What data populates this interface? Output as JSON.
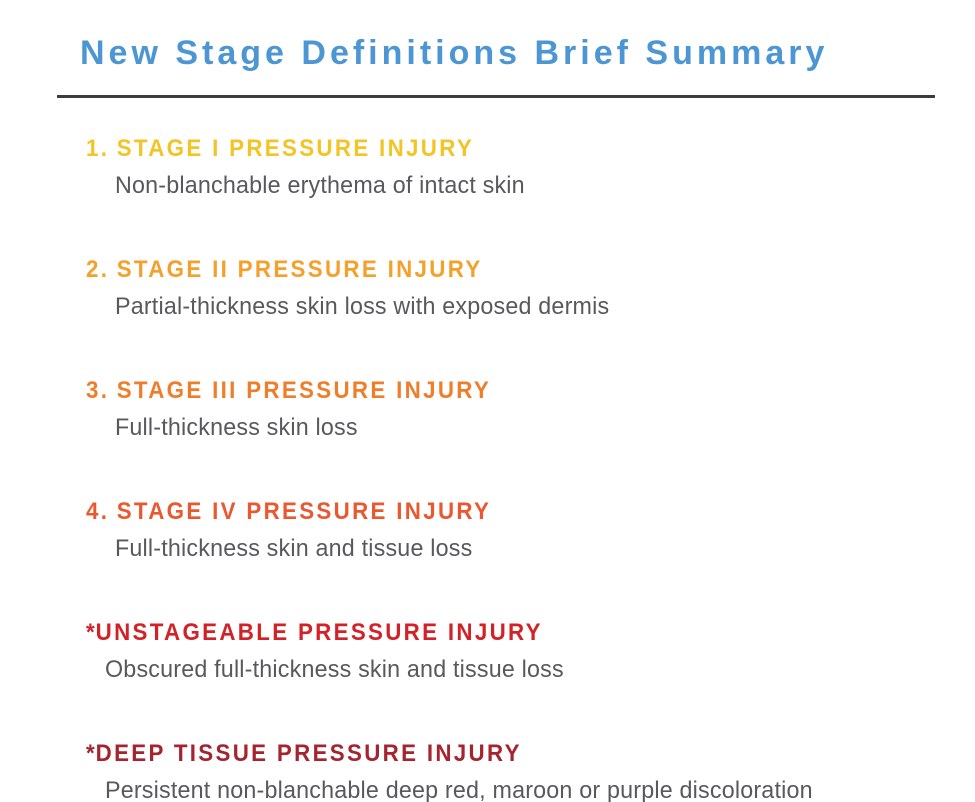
{
  "header": {
    "title": "New Stage Definitions Brief Summary",
    "title_color": "#4C96D3"
  },
  "divider_color": "#3D3D3D",
  "description_color": "#58595B",
  "items": [
    {
      "prefix": "1.",
      "title": "STAGE I PRESSURE INJURY",
      "description": "Non-blanchable erythema of intact skin",
      "color": "#F3C425"
    },
    {
      "prefix": "2.",
      "title": "STAGE II PRESSURE INJURY",
      "description": "Partial-thickness skin loss with exposed dermis",
      "color": "#F5A02A"
    },
    {
      "prefix": "3.",
      "title": "STAGE III PRESSURE INJURY",
      "description": "Full-thickness skin loss",
      "color": "#EF7D2A"
    },
    {
      "prefix": "4.",
      "title": "STAGE IV PRESSURE INJURY",
      "description": "Full-thickness skin and tissue loss",
      "color": "#E9582F"
    },
    {
      "prefix": "*",
      "title": "UNSTAGEABLE PRESSURE INJURY",
      "description": "Obscured full-thickness skin and tissue loss",
      "color": "#D22127"
    },
    {
      "prefix": "*",
      "title": "DEEP TISSUE PRESSURE INJURY",
      "description": "Persistent non-blanchable deep red, maroon or purple discoloration",
      "color": "#A4242F"
    }
  ]
}
